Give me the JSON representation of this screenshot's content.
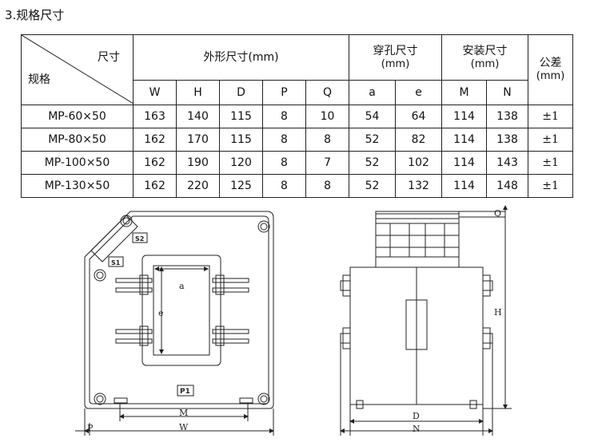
{
  "section_title": "3.规格尺寸",
  "table": {
    "corner_top": "尺寸",
    "corner_bottom": "规格",
    "group_outer": "外形尺寸(mm)",
    "group_hole": "穿孔尺寸",
    "group_hole_unit": "(mm)",
    "group_mount": "安装尺寸",
    "group_mount_unit": "(mm)",
    "group_tol": "公差",
    "group_tol_unit": "(mm)",
    "columns": [
      "W",
      "H",
      "D",
      "P",
      "Q",
      "a",
      "e",
      "M",
      "N"
    ],
    "rows": [
      {
        "model": "MP-60×50",
        "values": [
          "163",
          "140",
          "115",
          "8",
          "10",
          "54",
          "64",
          "114",
          "138"
        ],
        "tol": "±1"
      },
      {
        "model": "MP-80×50",
        "values": [
          "162",
          "170",
          "115",
          "8",
          "8",
          "52",
          "82",
          "114",
          "138"
        ],
        "tol": "±1"
      },
      {
        "model": "MP-100×50",
        "values": [
          "162",
          "190",
          "120",
          "8",
          "7",
          "52",
          "102",
          "114",
          "143"
        ],
        "tol": "±1"
      },
      {
        "model": "MP-130×50",
        "values": [
          "162",
          "220",
          "125",
          "8",
          "8",
          "52",
          "132",
          "114",
          "148"
        ],
        "tol": "±1"
      }
    ]
  },
  "drawing": {
    "label_a": "a",
    "label_e": "e",
    "label_M": "M",
    "label_W": "W",
    "label_P": "P",
    "label_D": "D",
    "label_N": "N",
    "label_H": "H",
    "label_Q": "Q",
    "terminal_p1": "P1",
    "terminal_s1": "S1",
    "terminal_s2": "S2"
  }
}
